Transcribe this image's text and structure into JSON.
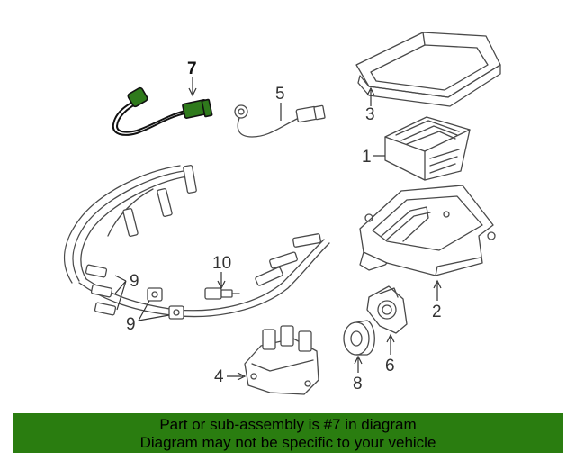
{
  "diagram": {
    "highlighted_part": "7",
    "callouts": [
      {
        "id": "c7",
        "label": "7"
      },
      {
        "id": "c5",
        "label": "5"
      },
      {
        "id": "c3",
        "label": "3"
      },
      {
        "id": "c1",
        "label": "1"
      },
      {
        "id": "c2",
        "label": "2"
      },
      {
        "id": "c6",
        "label": "6"
      },
      {
        "id": "c8",
        "label": "8"
      },
      {
        "id": "c4",
        "label": "4"
      },
      {
        "id": "c10",
        "label": "10"
      },
      {
        "id": "c9a",
        "label": "9"
      },
      {
        "id": "c9b",
        "label": "9"
      }
    ],
    "colors": {
      "highlight": "#2f7a1c",
      "line": "#4a4a4a"
    }
  },
  "banner": {
    "line1": "Part or sub-assembly is #7 in diagram",
    "line2": "Diagram may not be specific to your vehicle",
    "color": "#2a7d10"
  }
}
